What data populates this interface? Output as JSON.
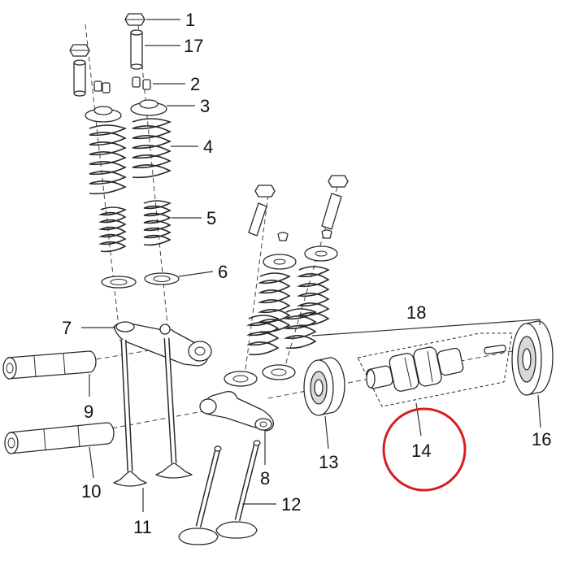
{
  "callouts": {
    "c1": "1",
    "c2": "2",
    "c3": "3",
    "c4": "4",
    "c5": "5",
    "c6": "6",
    "c7": "7",
    "c8": "8",
    "c9": "9",
    "c10": "10",
    "c11": "11",
    "c12": "12",
    "c13": "13",
    "c14": "14",
    "c16": "16",
    "c17": "17",
    "c18": "18"
  },
  "highlight": {
    "target_callout": "14",
    "color": "#d81e1e"
  }
}
